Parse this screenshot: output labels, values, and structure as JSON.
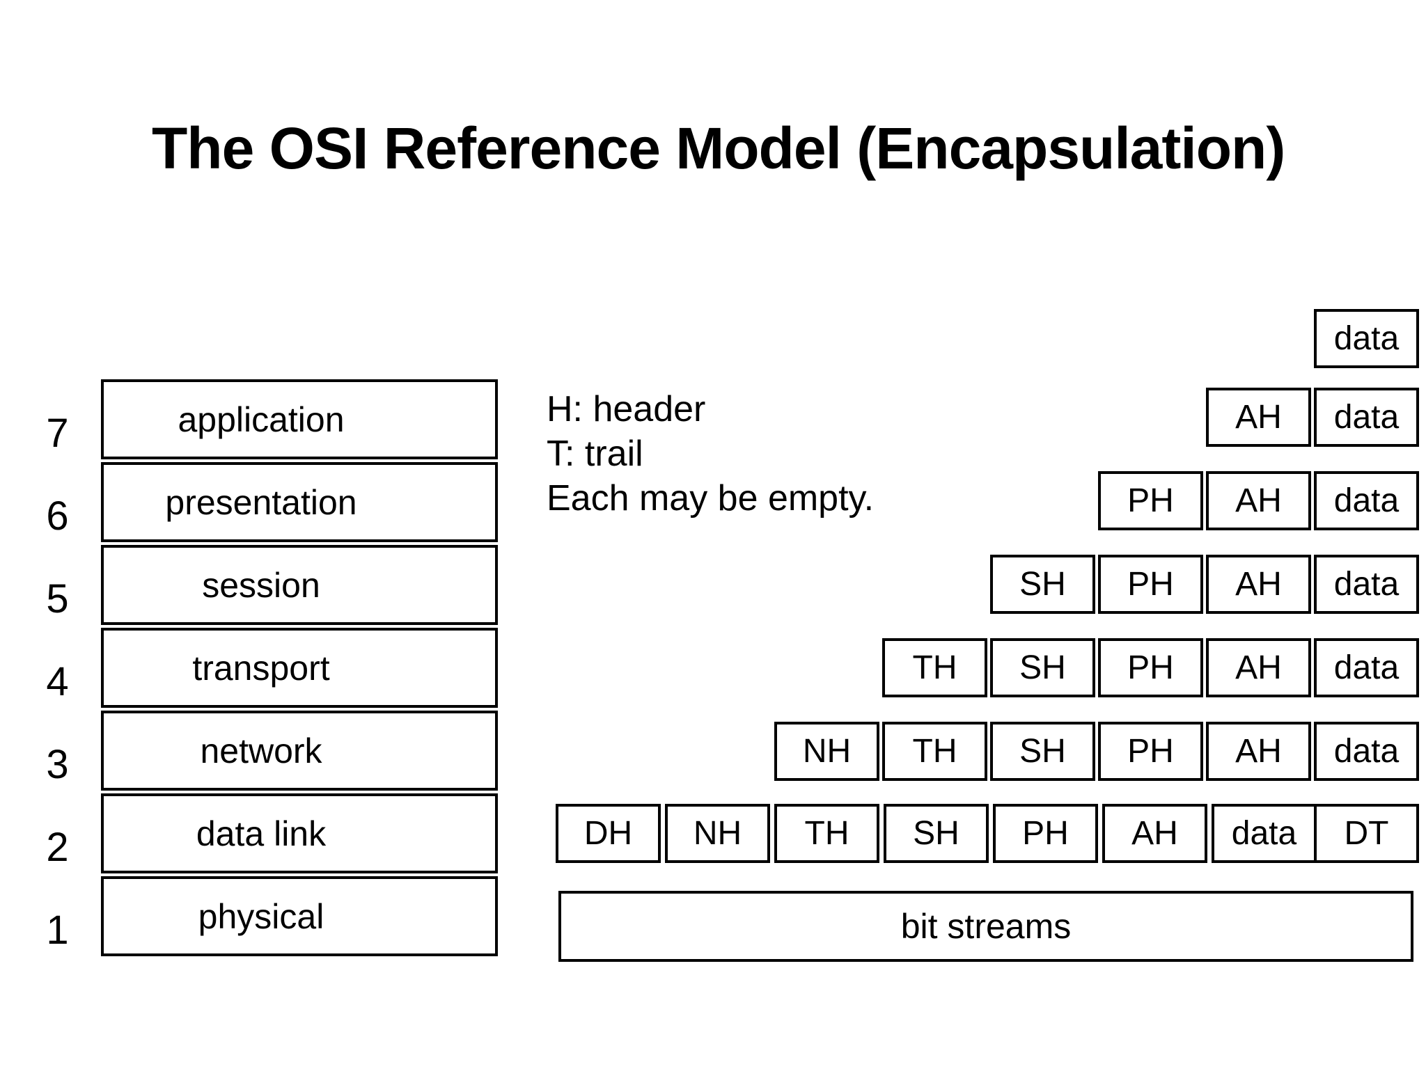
{
  "title": "The OSI Reference Model (Encapsulation)",
  "colors": {
    "background": "#ffffff",
    "ink": "#000000"
  },
  "legend": {
    "lines": [
      "H: header",
      "T: trail",
      "Each may be empty."
    ]
  },
  "osi_stack": {
    "layers": [
      {
        "number": "7",
        "label": "application"
      },
      {
        "number": "6",
        "label": "presentation"
      },
      {
        "number": "5",
        "label": "session"
      },
      {
        "number": "4",
        "label": "transport"
      },
      {
        "number": "3",
        "label": "network"
      },
      {
        "number": "2",
        "label": "data link"
      },
      {
        "number": "1",
        "label": "physical"
      }
    ]
  },
  "encapsulation": {
    "rows": [
      {
        "name": "data-only",
        "cells": [
          "data"
        ]
      },
      {
        "name": "layer-7-pdu",
        "cells": [
          "AH",
          "data"
        ]
      },
      {
        "name": "layer-6-pdu",
        "cells": [
          "PH",
          "AH",
          "data"
        ]
      },
      {
        "name": "layer-5-pdu",
        "cells": [
          "SH",
          "PH",
          "AH",
          "data"
        ]
      },
      {
        "name": "layer-4-pdu",
        "cells": [
          "TH",
          "SH",
          "PH",
          "AH",
          "data"
        ]
      },
      {
        "name": "layer-3-pdu",
        "cells": [
          "NH",
          "TH",
          "SH",
          "PH",
          "AH",
          "data"
        ]
      },
      {
        "name": "layer-2-frame",
        "cells": [
          "DH",
          "NH",
          "TH",
          "SH",
          "PH",
          "AH",
          "data",
          "DT"
        ],
        "trailer_joined": true
      }
    ],
    "bit_stream_label": "bit streams"
  }
}
